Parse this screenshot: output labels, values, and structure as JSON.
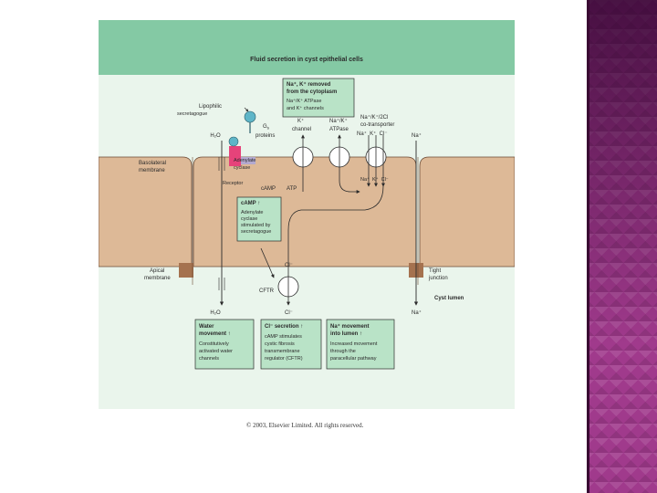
{
  "title": "Fluid secretion in cyst epithelial cells",
  "copyright": "© 2003, Elsevier Limited. All rights reserved.",
  "labels": {
    "lipophilic_secretagogue_1": "Lipophilic",
    "lipophilic_secretagogue_2": "secretagogue",
    "gs": "G",
    "gs_sub": "s",
    "proteins": "proteins",
    "h2o_top": "H₂O",
    "h2o_bottom": "H₂O",
    "basolateral_1": "Basolateral",
    "basolateral_2": "membrane",
    "adenylate_1": "Adenylate",
    "adenylate_2": "cyclase",
    "receptor": "Receptor",
    "camp": "cAMP",
    "atp": "ATP",
    "k_channel_1": "K⁺",
    "k_channel_2": "channel",
    "na_k_atpase_1": "Na⁺/K⁺",
    "na_k_atpase_2": "ATPase",
    "cotransporter_1": "Na⁺/K⁺/2Cl",
    "cotransporter_2": "co-transporter",
    "cotransporter_ions": "Na⁺  K⁺  Cl⁻",
    "na_top_right": "Na⁺",
    "inside_ions": "Na⁺  K⁺  Cl⁻",
    "apical_1": "Apical",
    "apical_2": "membrane",
    "cl_upper": "Cl⁻",
    "cftr": "CFTR",
    "cl_lower": "Cl⁻",
    "tight_1": "Tight",
    "tight_2": "junction",
    "cyst_lumen": "Cyst lumen",
    "na_bottom": "Na⁺"
  },
  "boxes": {
    "na_removed": {
      "title_1": "Na⁺, K⁺ removed",
      "title_2": "from the cytoplasm",
      "body_1": "Na⁺/K⁺ ATPase",
      "body_2": "and K⁺ channels"
    },
    "camp_box": {
      "title": "cAMP ↑",
      "body_1": "Adenylate",
      "body_2": "cyclase",
      "body_3": "stimulated by",
      "body_4": "secretagogue"
    },
    "water": {
      "title_1": "Water",
      "title_2": "movement ↑",
      "body_1": "Constitutively",
      "body_2": "activated water",
      "body_3": "channels"
    },
    "cl_secretion": {
      "title": "Cl⁻ secretion ↑",
      "body_1": "cAMP stimulates",
      "body_2": "cystic fibrosis",
      "body_3": "transmembrane",
      "body_4": "regulator (CFTR)"
    },
    "na_movement": {
      "title_1": "Na⁺ movement",
      "title_2": "into lumen ↑",
      "body_1": "Increased movement",
      "body_2": "through the",
      "body_3": "paracellular pathway"
    }
  },
  "colors": {
    "header": "#84c9a4",
    "cell": "#ddb997",
    "cell_stroke": "#6b4a35",
    "junction": "#a5724f",
    "box_fill": "#b9e3c7",
    "receptor": "#e6437a",
    "secretagogue": "#5fb6c8",
    "stripe": "#a03a8c"
  }
}
